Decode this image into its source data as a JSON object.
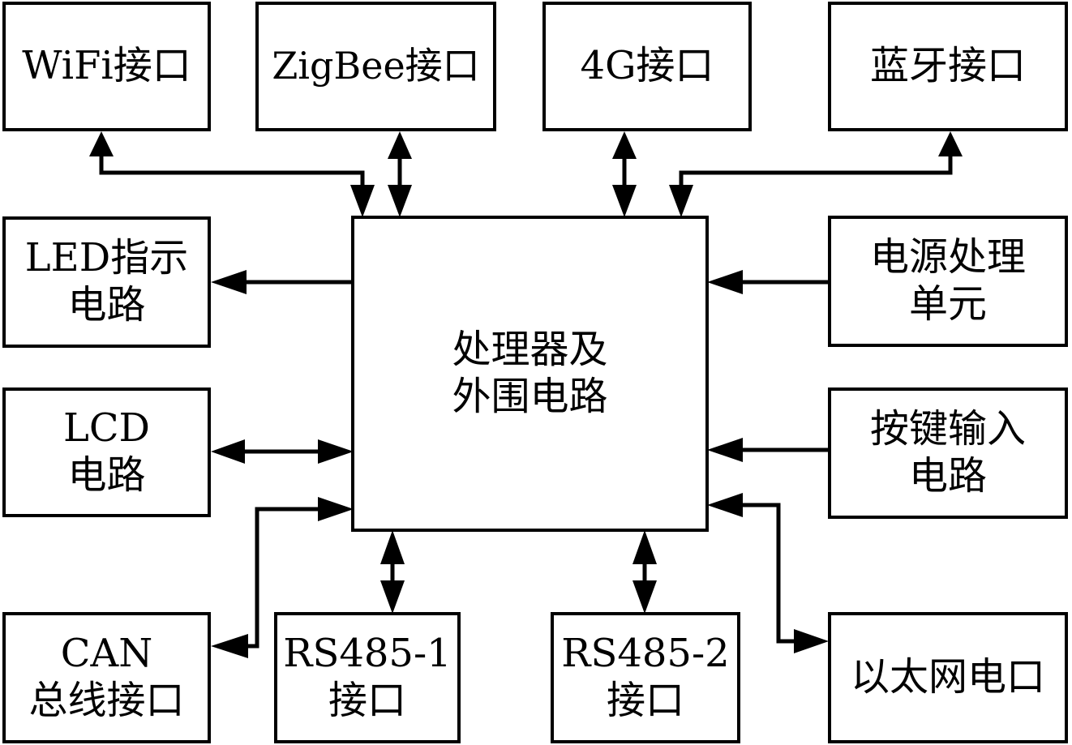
{
  "diagram": {
    "blocks": {
      "wifi": [
        "WiFi接口"
      ],
      "zigbee": [
        "ZigBee接口"
      ],
      "g4": [
        "4G接口"
      ],
      "bluetooth": [
        "蓝牙接口"
      ],
      "led": [
        "LED指示",
        "电路"
      ],
      "lcd": [
        "LCD",
        "电路"
      ],
      "can": [
        "CAN",
        "总线接口"
      ],
      "rs485_1": [
        "RS485-1",
        "接口"
      ],
      "rs485_2": [
        "RS485-2",
        "接口"
      ],
      "ethernet": [
        "以太网电口"
      ],
      "power": [
        "电源处理",
        "单元"
      ],
      "keys": [
        "按键输入",
        "电路"
      ],
      "processor": [
        "处理器及",
        "外围电路"
      ]
    }
  }
}
